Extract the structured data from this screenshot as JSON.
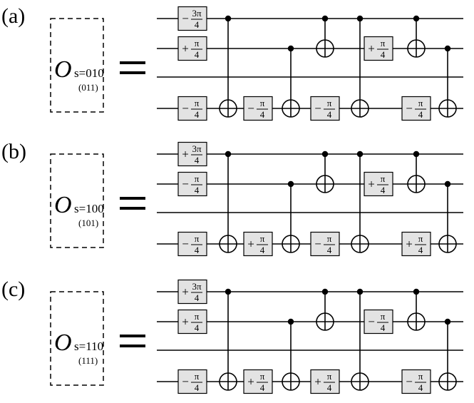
{
  "panels": [
    {
      "label": "(a)",
      "oracle": {
        "symbol": "O",
        "subscript": "s=010",
        "alt": "(011)"
      },
      "equals": "=",
      "gates": [
        {
          "wire": 0,
          "slot": 0,
          "sign": "−",
          "num": "3π",
          "den": "4"
        },
        {
          "wire": 1,
          "slot": 0,
          "sign": "+",
          "num": "π",
          "den": "4"
        },
        {
          "wire": 3,
          "slot": 0,
          "sign": "−",
          "num": "π",
          "den": "4"
        },
        {
          "wire": 3,
          "slot": 2,
          "sign": "−",
          "num": "π",
          "den": "4"
        },
        {
          "wire": 3,
          "slot": 4,
          "sign": "−",
          "num": "π",
          "den": "4"
        },
        {
          "wire": 1,
          "slot": 6,
          "sign": "+",
          "num": "π",
          "den": "4"
        },
        {
          "wire": 3,
          "slot": 7,
          "sign": "−",
          "num": "π",
          "den": "4"
        }
      ],
      "cnots": [
        {
          "slot": 1,
          "control": 0,
          "target": 3
        },
        {
          "slot": 3,
          "control": 1,
          "target": 3
        },
        {
          "slot": 4,
          "control": 0,
          "target": 1
        },
        {
          "slot": 5,
          "control": 0,
          "target": 3
        },
        {
          "slot": 7,
          "control": 0,
          "target": 1
        },
        {
          "slot": 8,
          "control": 1,
          "target": 3
        }
      ]
    },
    {
      "label": "(b)",
      "oracle": {
        "symbol": "O",
        "subscript": "s=100",
        "alt": "(101)"
      },
      "equals": "=",
      "gates": [
        {
          "wire": 0,
          "slot": 0,
          "sign": "+",
          "num": "3π",
          "den": "4"
        },
        {
          "wire": 1,
          "slot": 0,
          "sign": "−",
          "num": "π",
          "den": "4"
        },
        {
          "wire": 3,
          "slot": 0,
          "sign": "−",
          "num": "π",
          "den": "4"
        },
        {
          "wire": 3,
          "slot": 2,
          "sign": "+",
          "num": "π",
          "den": "4"
        },
        {
          "wire": 3,
          "slot": 4,
          "sign": "−",
          "num": "π",
          "den": "4"
        },
        {
          "wire": 1,
          "slot": 6,
          "sign": "+",
          "num": "π",
          "den": "4"
        },
        {
          "wire": 3,
          "slot": 7,
          "sign": "+",
          "num": "π",
          "den": "4"
        }
      ],
      "cnots": [
        {
          "slot": 1,
          "control": 0,
          "target": 3
        },
        {
          "slot": 3,
          "control": 1,
          "target": 3
        },
        {
          "slot": 4,
          "control": 0,
          "target": 1
        },
        {
          "slot": 5,
          "control": 0,
          "target": 3
        },
        {
          "slot": 7,
          "control": 0,
          "target": 1
        },
        {
          "slot": 8,
          "control": 1,
          "target": 3
        }
      ]
    },
    {
      "label": "(c)",
      "oracle": {
        "symbol": "O",
        "subscript": "s=110",
        "alt": "(111)"
      },
      "equals": "=",
      "gates": [
        {
          "wire": 0,
          "slot": 0,
          "sign": "+",
          "num": "3π",
          "den": "4"
        },
        {
          "wire": 1,
          "slot": 0,
          "sign": "+",
          "num": "π",
          "den": "4"
        },
        {
          "wire": 3,
          "slot": 0,
          "sign": "−",
          "num": "π",
          "den": "4"
        },
        {
          "wire": 3,
          "slot": 2,
          "sign": "+",
          "num": "π",
          "den": "4"
        },
        {
          "wire": 3,
          "slot": 4,
          "sign": "+",
          "num": "π",
          "den": "4"
        },
        {
          "wire": 1,
          "slot": 6,
          "sign": "−",
          "num": "π",
          "den": "4"
        },
        {
          "wire": 3,
          "slot": 7,
          "sign": "−",
          "num": "π",
          "den": "4"
        }
      ],
      "cnots": [
        {
          "slot": 1,
          "control": 0,
          "target": 3
        },
        {
          "slot": 3,
          "control": 1,
          "target": 3
        },
        {
          "slot": 4,
          "control": 0,
          "target": 1
        },
        {
          "slot": 5,
          "control": 0,
          "target": 3
        },
        {
          "slot": 7,
          "control": 0,
          "target": 1
        },
        {
          "slot": 8,
          "control": 1,
          "target": 3
        }
      ]
    }
  ]
}
